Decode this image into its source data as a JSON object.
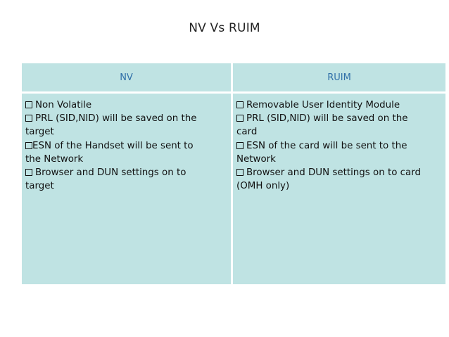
{
  "title": "NV Vs RUIM",
  "table": {
    "headers": [
      "NV",
      "RUIM"
    ],
    "nv_lines": [
      {
        "bullet": true,
        "text": "Non Volatile"
      },
      {
        "bullet": true,
        "text": "PRL (SID,NID)  will be saved on the"
      },
      {
        "bullet": false,
        "text": "target"
      },
      {
        "bullet": true,
        "tight": true,
        "text": "ESN of the Handset will be sent to"
      },
      {
        "bullet": false,
        "text": "the Network"
      },
      {
        "bullet": true,
        "text": "Browser and DUN settings on to"
      },
      {
        "bullet": false,
        "text": "target"
      }
    ],
    "ruim_lines": [
      {
        "bullet": true,
        "text": "Removable User Identity Module"
      },
      {
        "bullet": true,
        "text": "PRL (SID,NID)  will be saved on the"
      },
      {
        "bullet": false,
        "text": "card"
      },
      {
        "bullet": true,
        "text": "ESN of the card will be sent to the"
      },
      {
        "bullet": false,
        "text": "Network"
      },
      {
        "bullet": true,
        "text": "Browser and DUN settings on to card"
      },
      {
        "bullet": false,
        "text": "(OMH only)"
      }
    ]
  },
  "colors": {
    "cell_bg": "#bfe3e3",
    "header_text": "#2f6fa8"
  },
  "icons": {
    "bullet": "shadowed-checkbox-square-icon"
  }
}
